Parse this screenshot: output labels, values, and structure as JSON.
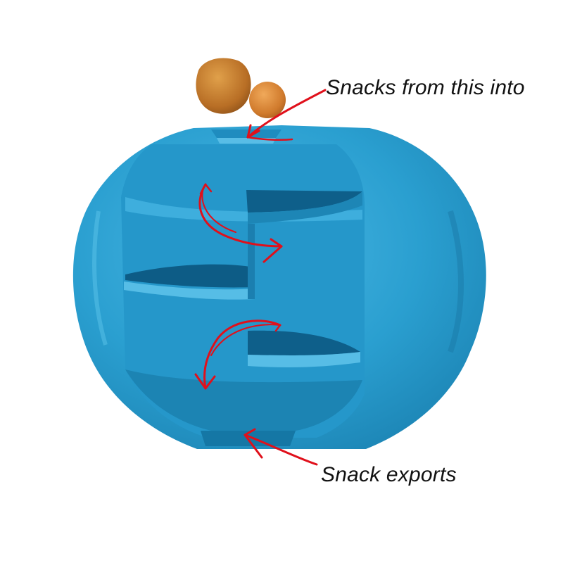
{
  "annotations": {
    "top_label": "Snacks from this into",
    "bottom_label": "Snack exports"
  },
  "colors": {
    "ball": "#2a9fd0",
    "ball_dark": "#1f86b4",
    "ball_light": "#4bb6e2",
    "arrow": "#e0101b",
    "kibble_square": "#c77d2e",
    "kibble_round": "#d9802f"
  },
  "objects": {
    "ball": "blue-treat-ball-cross-section",
    "kibble": [
      "square-kibble",
      "round-kibble"
    ]
  }
}
